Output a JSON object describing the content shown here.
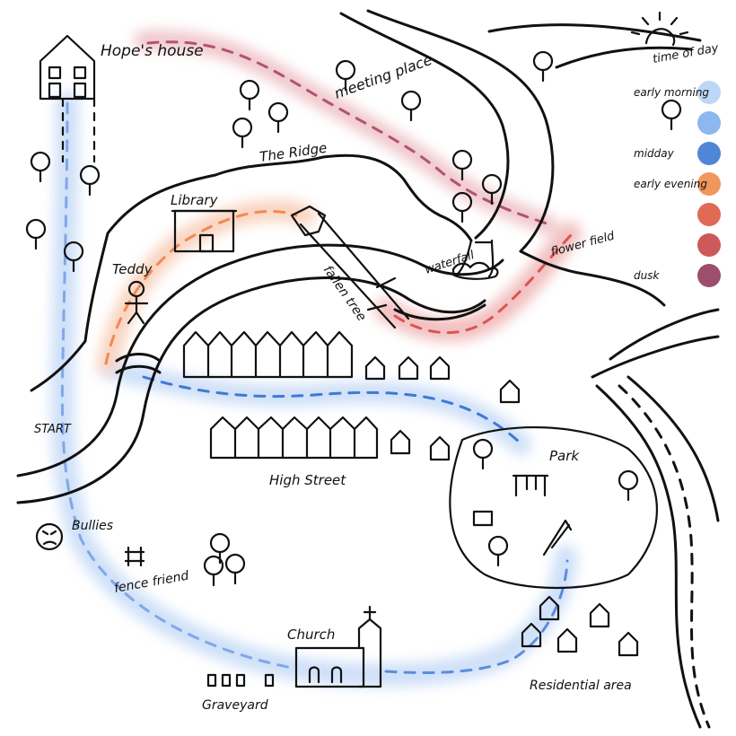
{
  "labels": {
    "hopes_house": "Hope's house",
    "meeting_place": "meeting place",
    "the_ridge": "The Ridge",
    "library": "Library",
    "teddy": "Teddy",
    "fallen_tree": "fallen tree",
    "waterfall": "waterfall",
    "flower_field": "flower field",
    "start": "START",
    "high_street": "High Street",
    "park": "Park",
    "bullies": "Bullies",
    "fence_friend": "fence friend",
    "church": "Church",
    "graveyard": "Graveyard",
    "residential_area": "Residential area"
  },
  "legend": {
    "title": "time of day",
    "items": [
      {
        "label": "early morning",
        "color": "#bcd8f7"
      },
      {
        "label": "",
        "color": "#8cb8ee"
      },
      {
        "label": "midday",
        "color": "#4f86d6"
      },
      {
        "label": "early evening",
        "color": "#f0975e"
      },
      {
        "label": "",
        "color": "#e06a55"
      },
      {
        "label": "",
        "color": "#cc5a5a"
      },
      {
        "label": "dusk",
        "color": "#9c4f6c"
      }
    ]
  },
  "colors": {
    "ink": "#111111",
    "route_blue": "#6f9fe2",
    "route_orange": "#f08a55",
    "route_red": "#d45a5a",
    "route_dusk": "#a04a66"
  }
}
